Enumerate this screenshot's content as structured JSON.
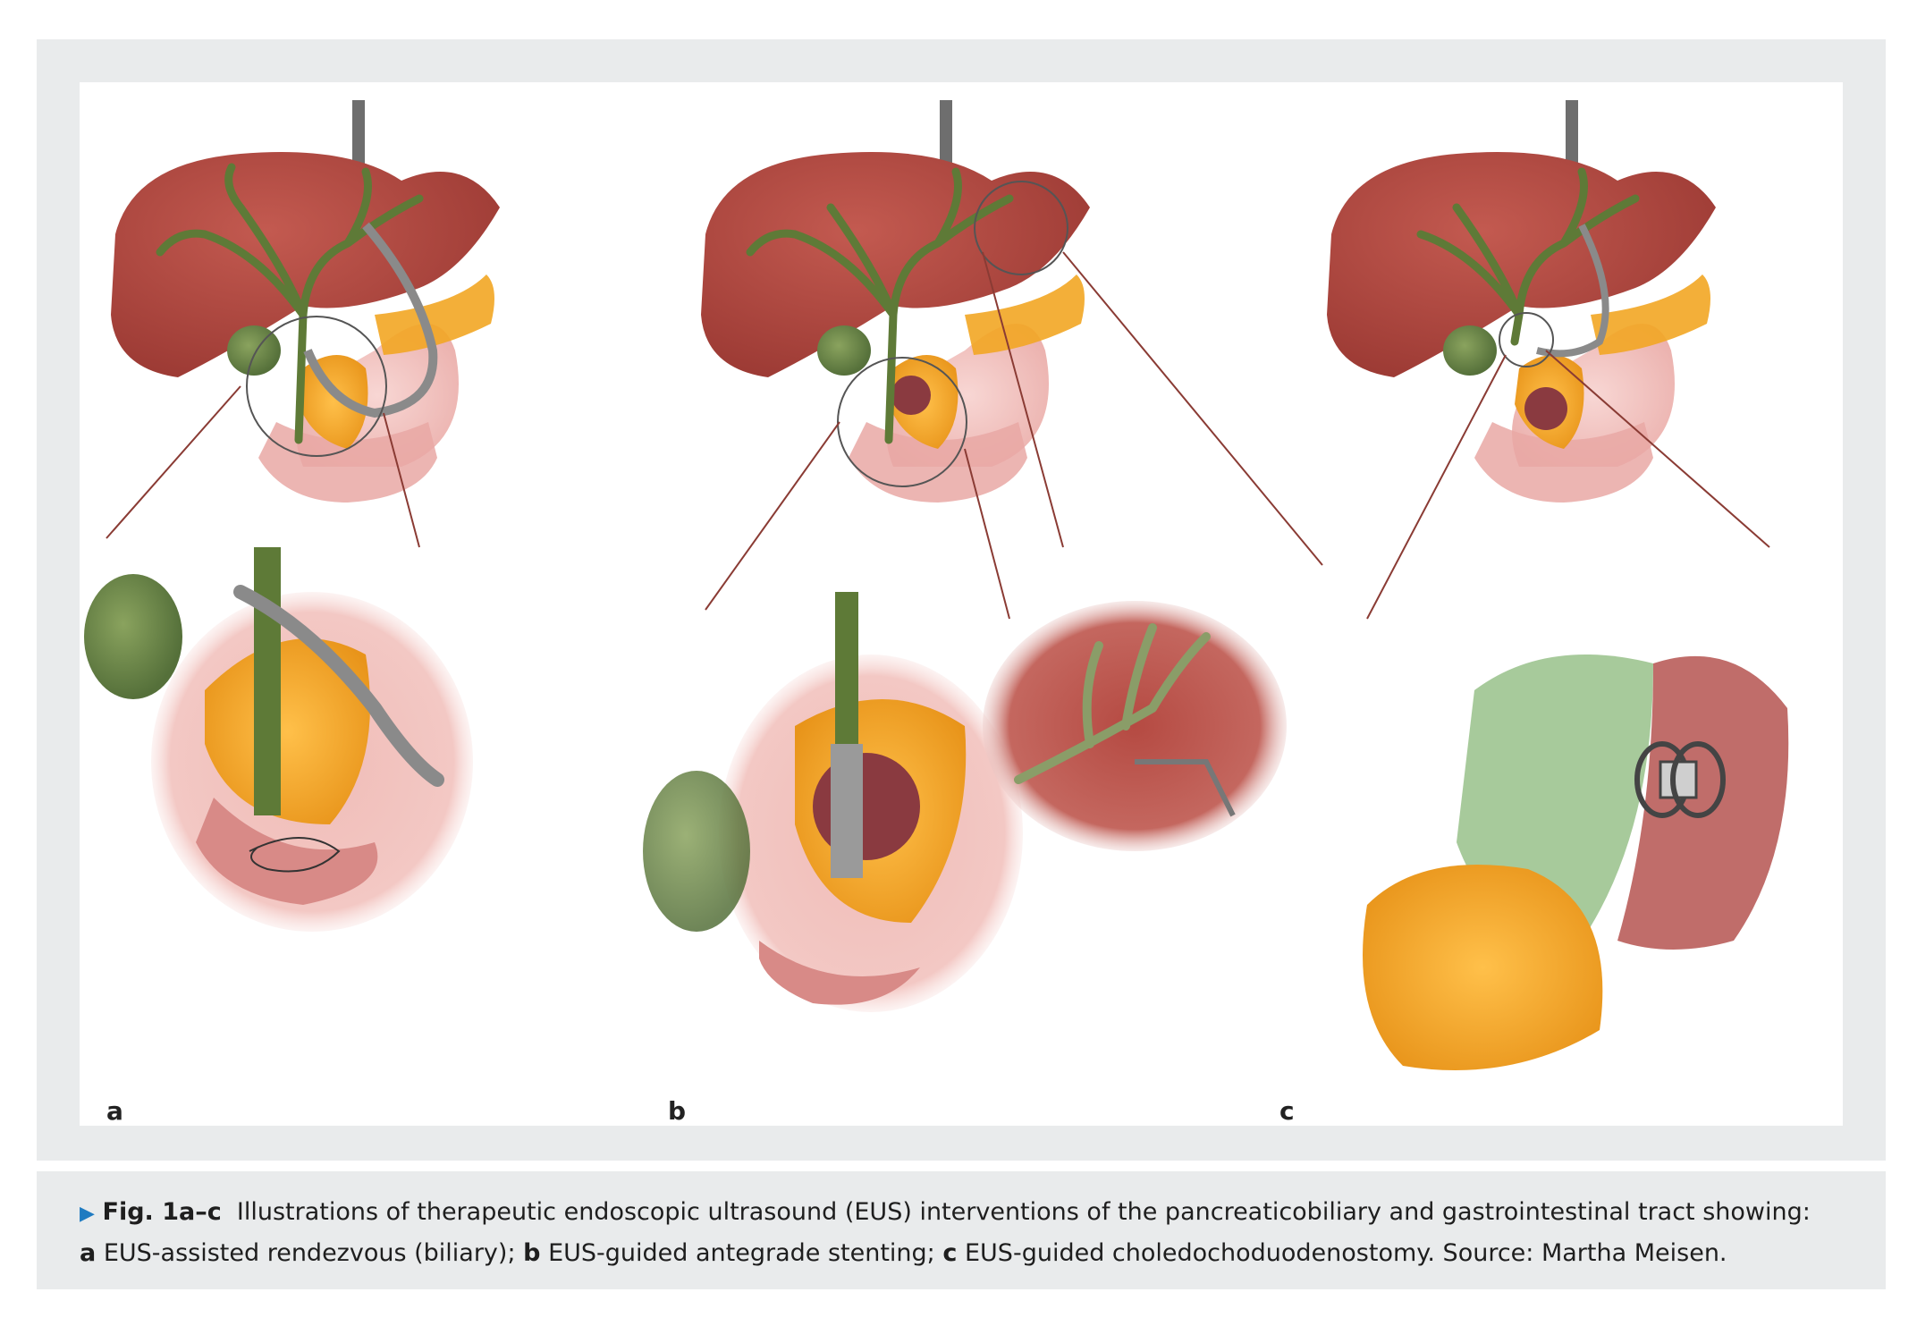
{
  "figure": {
    "panel_labels": [
      "a",
      "b",
      "c"
    ],
    "colors": {
      "liver": "#b0463f",
      "bile_duct": "#5e7a37",
      "gallbladder": "#6f8a4a",
      "pancreas": "#f2a623",
      "tumor": "#8a3a40",
      "stomach_duodenum": "#efb6b3",
      "endoscope": "#8a8a8a",
      "leader_line": "#8a3b34"
    }
  },
  "caption": {
    "marker": "▶",
    "label": "Fig. 1a–c",
    "text": "Illustrations of therapeutic endoscopic ultrasound (EUS) interventions of the pancreaticobiliary and gastrointestinal tract showing:",
    "item_a_letter": "a",
    "item_a_text": "EUS-assisted rendezvous (biliary);",
    "item_b_letter": "b",
    "item_b_text": "EUS-guided antegrade stenting;",
    "item_c_letter": "c",
    "item_c_text": "EUS-guided choledochoduodenostomy. Source: Martha Meisen."
  }
}
